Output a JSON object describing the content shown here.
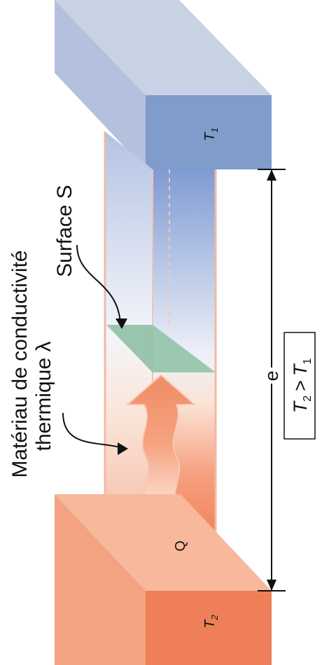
{
  "labels": {
    "material_line1": "Matériau de conductivité",
    "material_line2": "thermique λ",
    "surface": "Surface S",
    "heat_flow": "Q",
    "thickness": "e",
    "cold_block": "T",
    "cold_block_sub": "1",
    "hot_block": "T",
    "hot_block_sub": "2",
    "relation_left": "T",
    "relation_left_sub": "2",
    "relation_op": ">",
    "relation_right": "T",
    "relation_right_sub": "1"
  },
  "colors": {
    "cold_front": "#7f9ccb",
    "cold_top": "#c9d2e4",
    "cold_side": "#a8b7d7",
    "hot_front": "#ef7f58",
    "hot_top": "#f7b89c",
    "hot_side": "#f4a382",
    "slab_cold": "#8ea7d6",
    "slab_hot": "#ec6a43",
    "surface": "#8fbfa5",
    "outline": "#f2b9a4",
    "arrow_fill": "#f6ac8d"
  }
}
